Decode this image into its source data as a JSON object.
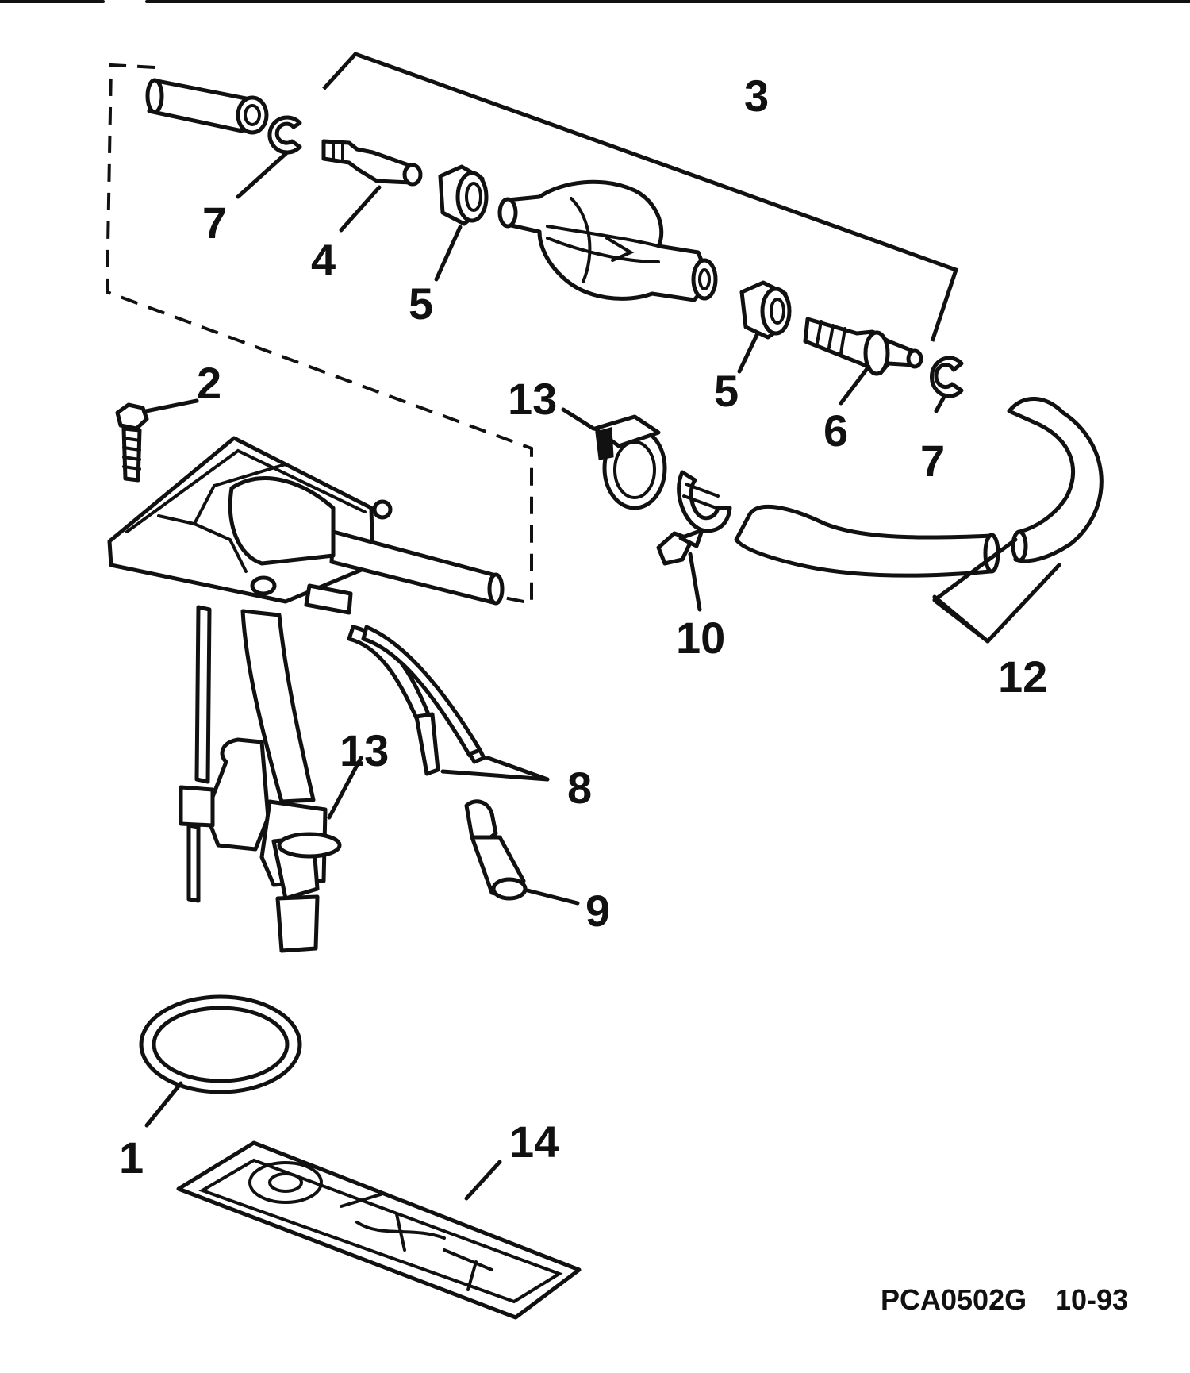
{
  "callouts": [
    {
      "id": "c1",
      "text": "1"
    },
    {
      "id": "c2",
      "text": "2"
    },
    {
      "id": "c3",
      "text": "3"
    },
    {
      "id": "c4",
      "text": "4"
    },
    {
      "id": "c5a",
      "text": "5"
    },
    {
      "id": "c5b",
      "text": "5"
    },
    {
      "id": "c6",
      "text": "6"
    },
    {
      "id": "c7a",
      "text": "7"
    },
    {
      "id": "c7b",
      "text": "7"
    },
    {
      "id": "c8",
      "text": "8"
    },
    {
      "id": "c9",
      "text": "9"
    },
    {
      "id": "c10",
      "text": "10"
    },
    {
      "id": "c12",
      "text": "12"
    },
    {
      "id": "c13a",
      "text": "13"
    },
    {
      "id": "c13b",
      "text": "13"
    },
    {
      "id": "c14",
      "text": "14"
    }
  ],
  "footer": {
    "drawing_code": "PCA0502G",
    "date": "10-93"
  }
}
